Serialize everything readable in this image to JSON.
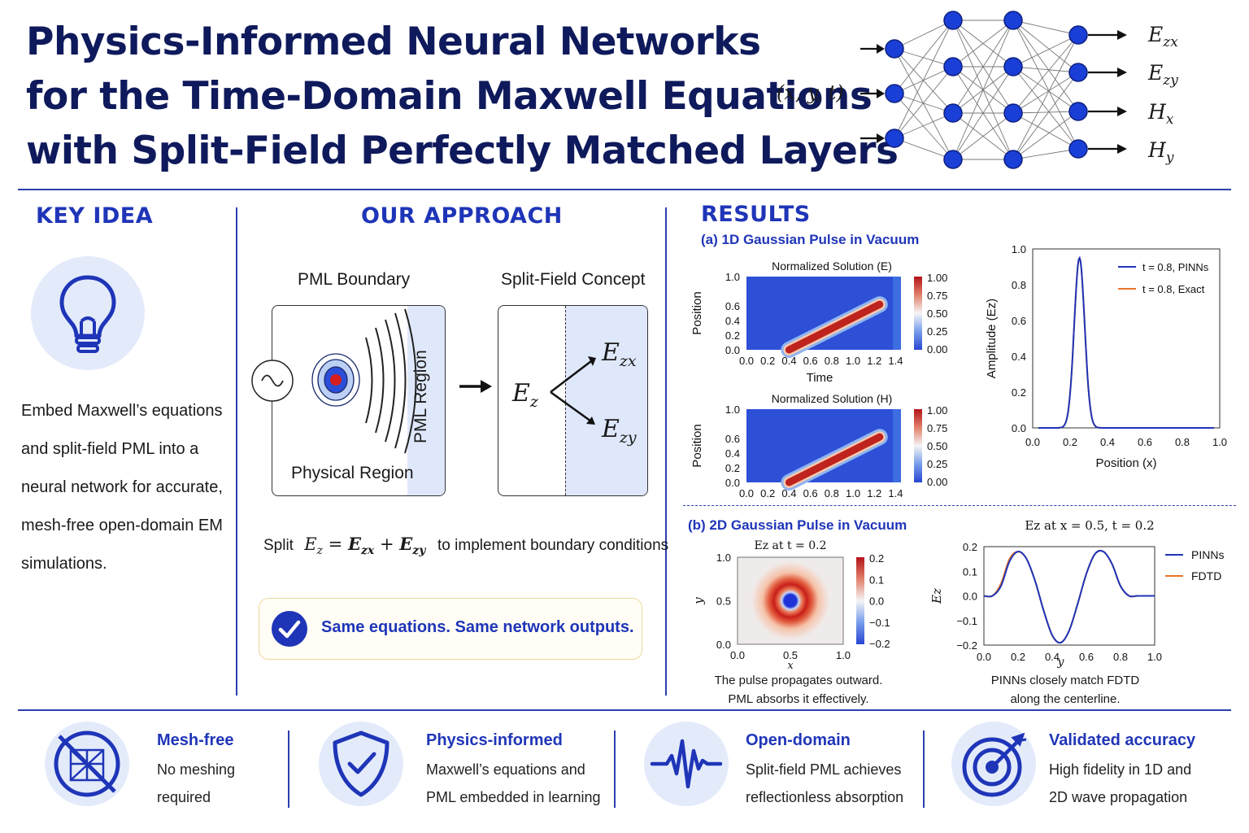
{
  "title": {
    "line1": "Physics-Informed Neural Networks",
    "line2": "for the Time-Domain Maxwell Equations",
    "line3": "with Split-Field Perfectly Matched Layers"
  },
  "network": {
    "input_label": "(x, y, t)",
    "outputs": [
      {
        "base": "E",
        "sub": "zx"
      },
      {
        "base": "E",
        "sub": "zy"
      },
      {
        "base": "H",
        "sub": "x"
      },
      {
        "base": "H",
        "sub": "y"
      }
    ],
    "colors": {
      "node": "#1a3fd6",
      "node_stroke": "#0c1f80",
      "edge": "#777777"
    }
  },
  "key_idea": {
    "header": "KEY IDEA",
    "icon": "lightbulb-icon",
    "text_lines": [
      "Embed Maxwell’s equations",
      "and split-field PML into a",
      "neural network for accurate,",
      "mesh-free open-domain EM",
      "simulations."
    ]
  },
  "approach": {
    "header": "OUR APPROACH",
    "pml_label": "PML Boundary",
    "split_label": "Split-Field Concept",
    "pml_region": "PML Region",
    "physical_region": "Physical Region",
    "source_icon": "ac-source-icon",
    "ez": {
      "base": "E",
      "sub": "z"
    },
    "ezx": {
      "base": "E",
      "sub": "zx"
    },
    "ezy": {
      "base": "E",
      "sub": "zy"
    },
    "split_prefix": "Split",
    "split_suffix": "to implement boundary conditions",
    "callout_text": "Same equations. Same network outputs.",
    "callout_icon": "check-circle-icon"
  },
  "results": {
    "header": "RESULTS",
    "panel_a_title": "(a) 1D Gaussian Pulse in Vacuum",
    "panel_b_title": "(b) 2D Gaussian Pulse in Vacuum",
    "caption_b_left_1": "The pulse propagates outward.",
    "caption_b_left_2": "PML absorbs it effectively.",
    "caption_b_right_1": "PINNs closely match FDTD",
    "caption_b_right_2": "along the centerline."
  },
  "chart_data": [
    {
      "type": "heatmap",
      "title": "Normalized Solution (E)",
      "xlabel": "Time",
      "ylabel": "Position",
      "xticks": [
        "0.0",
        "0.2",
        "0.4",
        "0.6",
        "0.8",
        "1.0",
        "1.2",
        "1.4"
      ],
      "yticks": [
        "0.0",
        "0.2",
        "0.4",
        "0.6",
        "1.0"
      ],
      "colorbar_ticks": [
        "1.00",
        "0.75",
        "0.50",
        "0.25",
        "0.00"
      ],
      "xlim": [
        0,
        1.45
      ],
      "ylim": [
        0,
        1.0
      ],
      "ridge": {
        "x": [
          0.4,
          1.25
        ],
        "y": [
          0.0,
          0.62
        ]
      }
    },
    {
      "type": "heatmap",
      "title": "Normalized Solution (H)",
      "xlabel": "",
      "ylabel": "Position",
      "xticks": [
        "0.0",
        "0.2",
        "0.4",
        "0.6",
        "0.8",
        "1.0",
        "1.2",
        "1.4"
      ],
      "yticks": [
        "0.0",
        "0.2",
        "0.4",
        "0.6",
        "1.0"
      ],
      "colorbar_ticks": [
        "1.00",
        "0.75",
        "0.50",
        "0.25",
        "0.00"
      ],
      "xlim": [
        0,
        1.45
      ],
      "ylim": [
        0,
        1.0
      ],
      "ridge": {
        "x": [
          0.4,
          1.25
        ],
        "y": [
          0.0,
          0.62
        ]
      }
    },
    {
      "type": "line",
      "title": "",
      "xlabel": "Position (x)",
      "ylabel": "Amplitude (Ez)",
      "xlim": [
        0,
        1.0
      ],
      "ylim": [
        0,
        1.0
      ],
      "xticks": [
        "0.0",
        "0.2",
        "0.4",
        "0.6",
        "0.8",
        "1.0"
      ],
      "yticks": [
        "0.0",
        "0.2",
        "0.4",
        "0.6",
        "0.8",
        "1.0"
      ],
      "legend": "top-right",
      "series": [
        {
          "name": "t = 0.8, PINNs",
          "color": "#1f35b8",
          "center": 0.25,
          "width": 0.028,
          "peak": 0.95
        },
        {
          "name": "t = 0.8, Exact",
          "color": "#e8742a",
          "center": 0.25,
          "width": 0.028,
          "peak": 0.95
        }
      ]
    },
    {
      "type": "heatmap",
      "title": "Ez at t = 0.2",
      "xlabel": "x",
      "ylabel": "y",
      "xticks": [
        "0.0",
        "0.5",
        "1.0"
      ],
      "yticks": [
        "0.0",
        "0.5",
        "1.0"
      ],
      "colorbar_ticks": [
        "0.2",
        "0.1",
        "0.0",
        "−0.1",
        "−0.2"
      ]
    },
    {
      "type": "line",
      "title": "Ez at x = 0.5, t = 0.2",
      "xlabel": "y",
      "ylabel": "Ez",
      "xlim": [
        0,
        1.0
      ],
      "ylim": [
        -0.2,
        0.2
      ],
      "xticks": [
        "0.0",
        "0.2",
        "0.4",
        "0.6",
        "0.8",
        "1.0"
      ],
      "yticks": [
        "0.2",
        "0.1",
        "0.0",
        "−0.1",
        "−0.2"
      ],
      "legend": "top-right",
      "x": [
        0.0,
        0.05,
        0.1,
        0.15,
        0.2,
        0.25,
        0.3,
        0.35,
        0.4,
        0.45,
        0.5,
        0.55,
        0.6,
        0.65,
        0.7,
        0.75,
        0.8,
        0.85,
        0.9,
        0.95,
        1.0
      ],
      "series": [
        {
          "name": "PINNs",
          "color": "#1f35b8",
          "values": [
            0.0,
            0.0,
            0.04,
            0.14,
            0.18,
            0.15,
            0.06,
            -0.06,
            -0.16,
            -0.19,
            -0.14,
            -0.03,
            0.09,
            0.17,
            0.18,
            0.13,
            0.04,
            0.0,
            0.0,
            0.0,
            0.0
          ]
        },
        {
          "name": "FDTD",
          "color": "#e8742a",
          "values": [
            0.0,
            0.0,
            0.05,
            0.15,
            0.18,
            0.15,
            0.06,
            -0.06,
            -0.16,
            -0.19,
            -0.14,
            -0.03,
            0.09,
            0.17,
            0.18,
            0.13,
            0.04,
            0.0,
            0.0,
            0.0,
            0.0
          ]
        }
      ]
    }
  ],
  "features": [
    {
      "title": "Mesh-free",
      "line1": "No meshing",
      "line2": "required",
      "icon": "no-mesh-icon"
    },
    {
      "title": "Physics-informed",
      "line1": "Maxwell’s equations and",
      "line2": "PML embedded in learning",
      "icon": "shield-check-icon"
    },
    {
      "title": "Open-domain",
      "line1": "Split-field PML achieves",
      "line2": "reflectionless absorption",
      "icon": "waveform-icon"
    },
    {
      "title": "Validated accuracy",
      "line1": "High fidelity in 1D and",
      "line2": "2D wave propagation",
      "icon": "target-icon"
    }
  ]
}
